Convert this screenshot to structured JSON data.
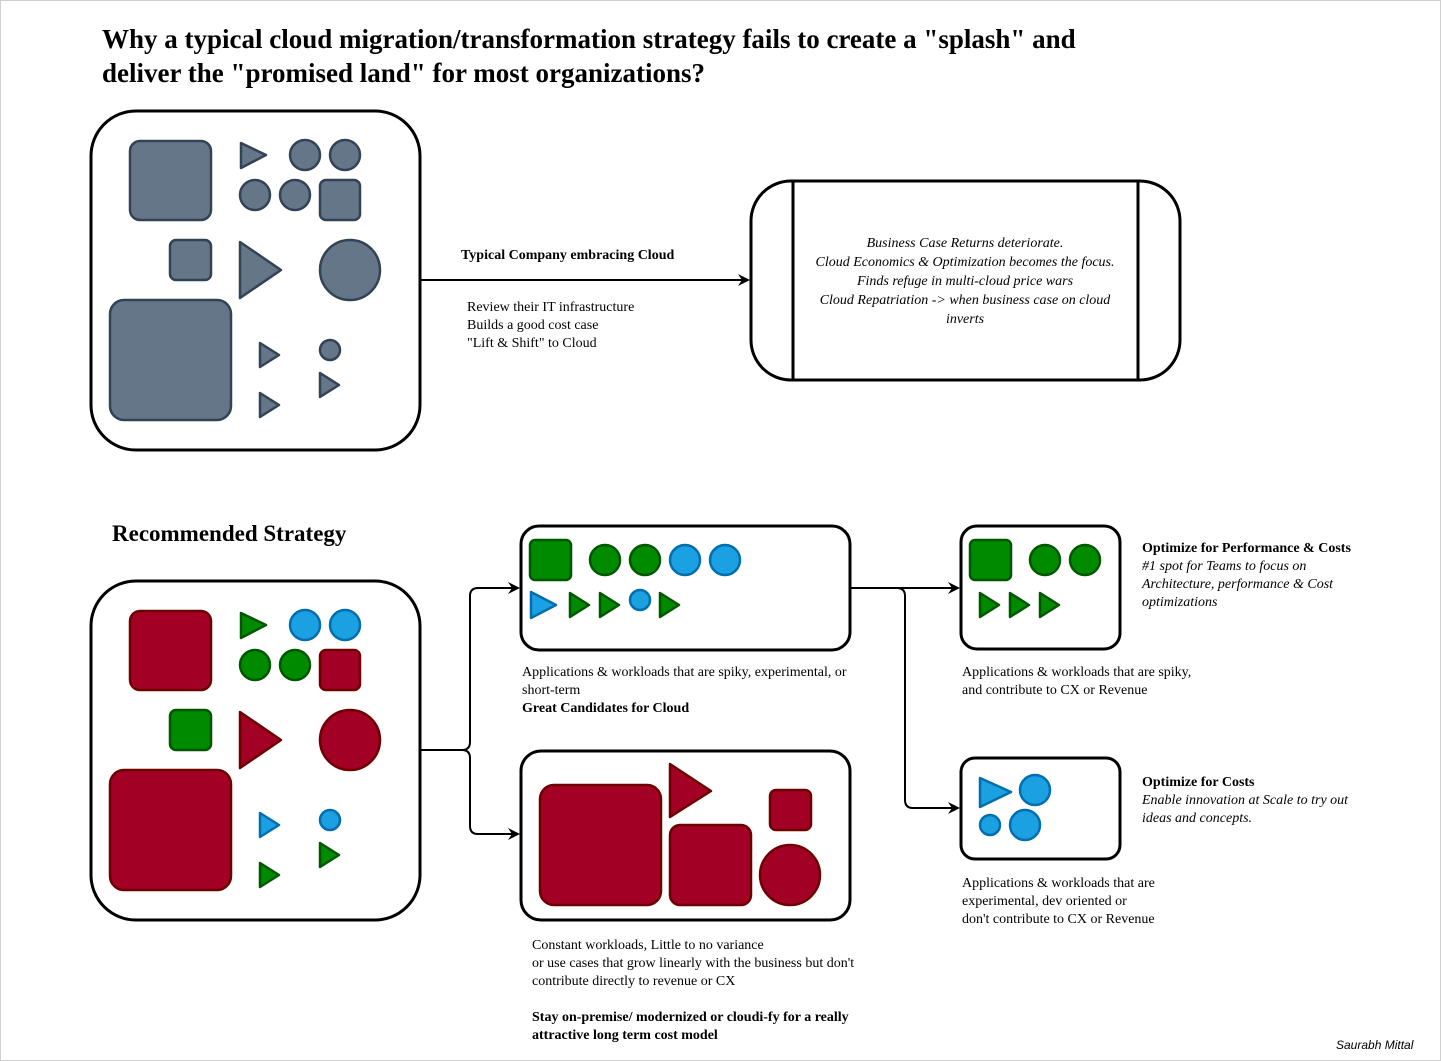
{
  "title": {
    "line1": "Why a typical cloud migration/transformation strategy fails to create a \"splash\" and",
    "line2": "deliver the \"promised land\" for most organizations?"
  },
  "colors": {
    "legacy_gray": "#647687",
    "legacy_gray_stroke": "#314354",
    "onprem_red": "#a20025",
    "onprem_red_stroke": "#6f0000",
    "perf_green": "#008a00",
    "perf_green_stroke": "#005700",
    "cost_blue": "#1ba1e2",
    "cost_blue_stroke": "#006eaf"
  },
  "typical": {
    "arrow_label": "Typical Company embracing Cloud",
    "steps": [
      "Review their IT infrastructure",
      "Builds a good cost case",
      "\"Lift & Shift\" to Cloud"
    ],
    "outcome": [
      "Business Case Returns deteriorate.",
      "Cloud Economics & Optimization becomes the focus.",
      "Finds refuge in multi-cloud price wars",
      "Cloud Repatriation -> when business case on cloud",
      "inverts"
    ]
  },
  "recommended": {
    "heading": "Recommended Strategy",
    "cloud_candidates": {
      "desc_lines": [
        "Applications & workloads that are spiky, experimental, or",
        "short-term"
      ],
      "verdict": "Great Candidates for Cloud"
    },
    "onprem": {
      "desc_lines": [
        "Constant workloads, Little to no variance",
        "or use cases that grow linearly with the business but don't",
        "contribute directly to revenue or CX"
      ],
      "verdict_lines": [
        "Stay on-premise/ modernized or cloudi-fy for a really",
        "attractive long term cost model"
      ]
    },
    "perf": {
      "heading": "Optimize for Performance & Costs",
      "note_lines": [
        "#1 spot for Teams to focus on",
        "Architecture, performance & Cost",
        "optimizations"
      ],
      "desc_lines": [
        "Applications & workloads that are spiky,",
        "and contribute to CX or Revenue"
      ]
    },
    "costs": {
      "heading": "Optimize for Costs",
      "note_lines": [
        "Enable innovation at Scale to try out",
        "ideas and concepts."
      ],
      "desc_lines": [
        "Applications & workloads that are",
        "experimental, dev oriented or",
        "don't contribute to CX or Revenue"
      ]
    }
  },
  "author": "Saurabh Mittal"
}
